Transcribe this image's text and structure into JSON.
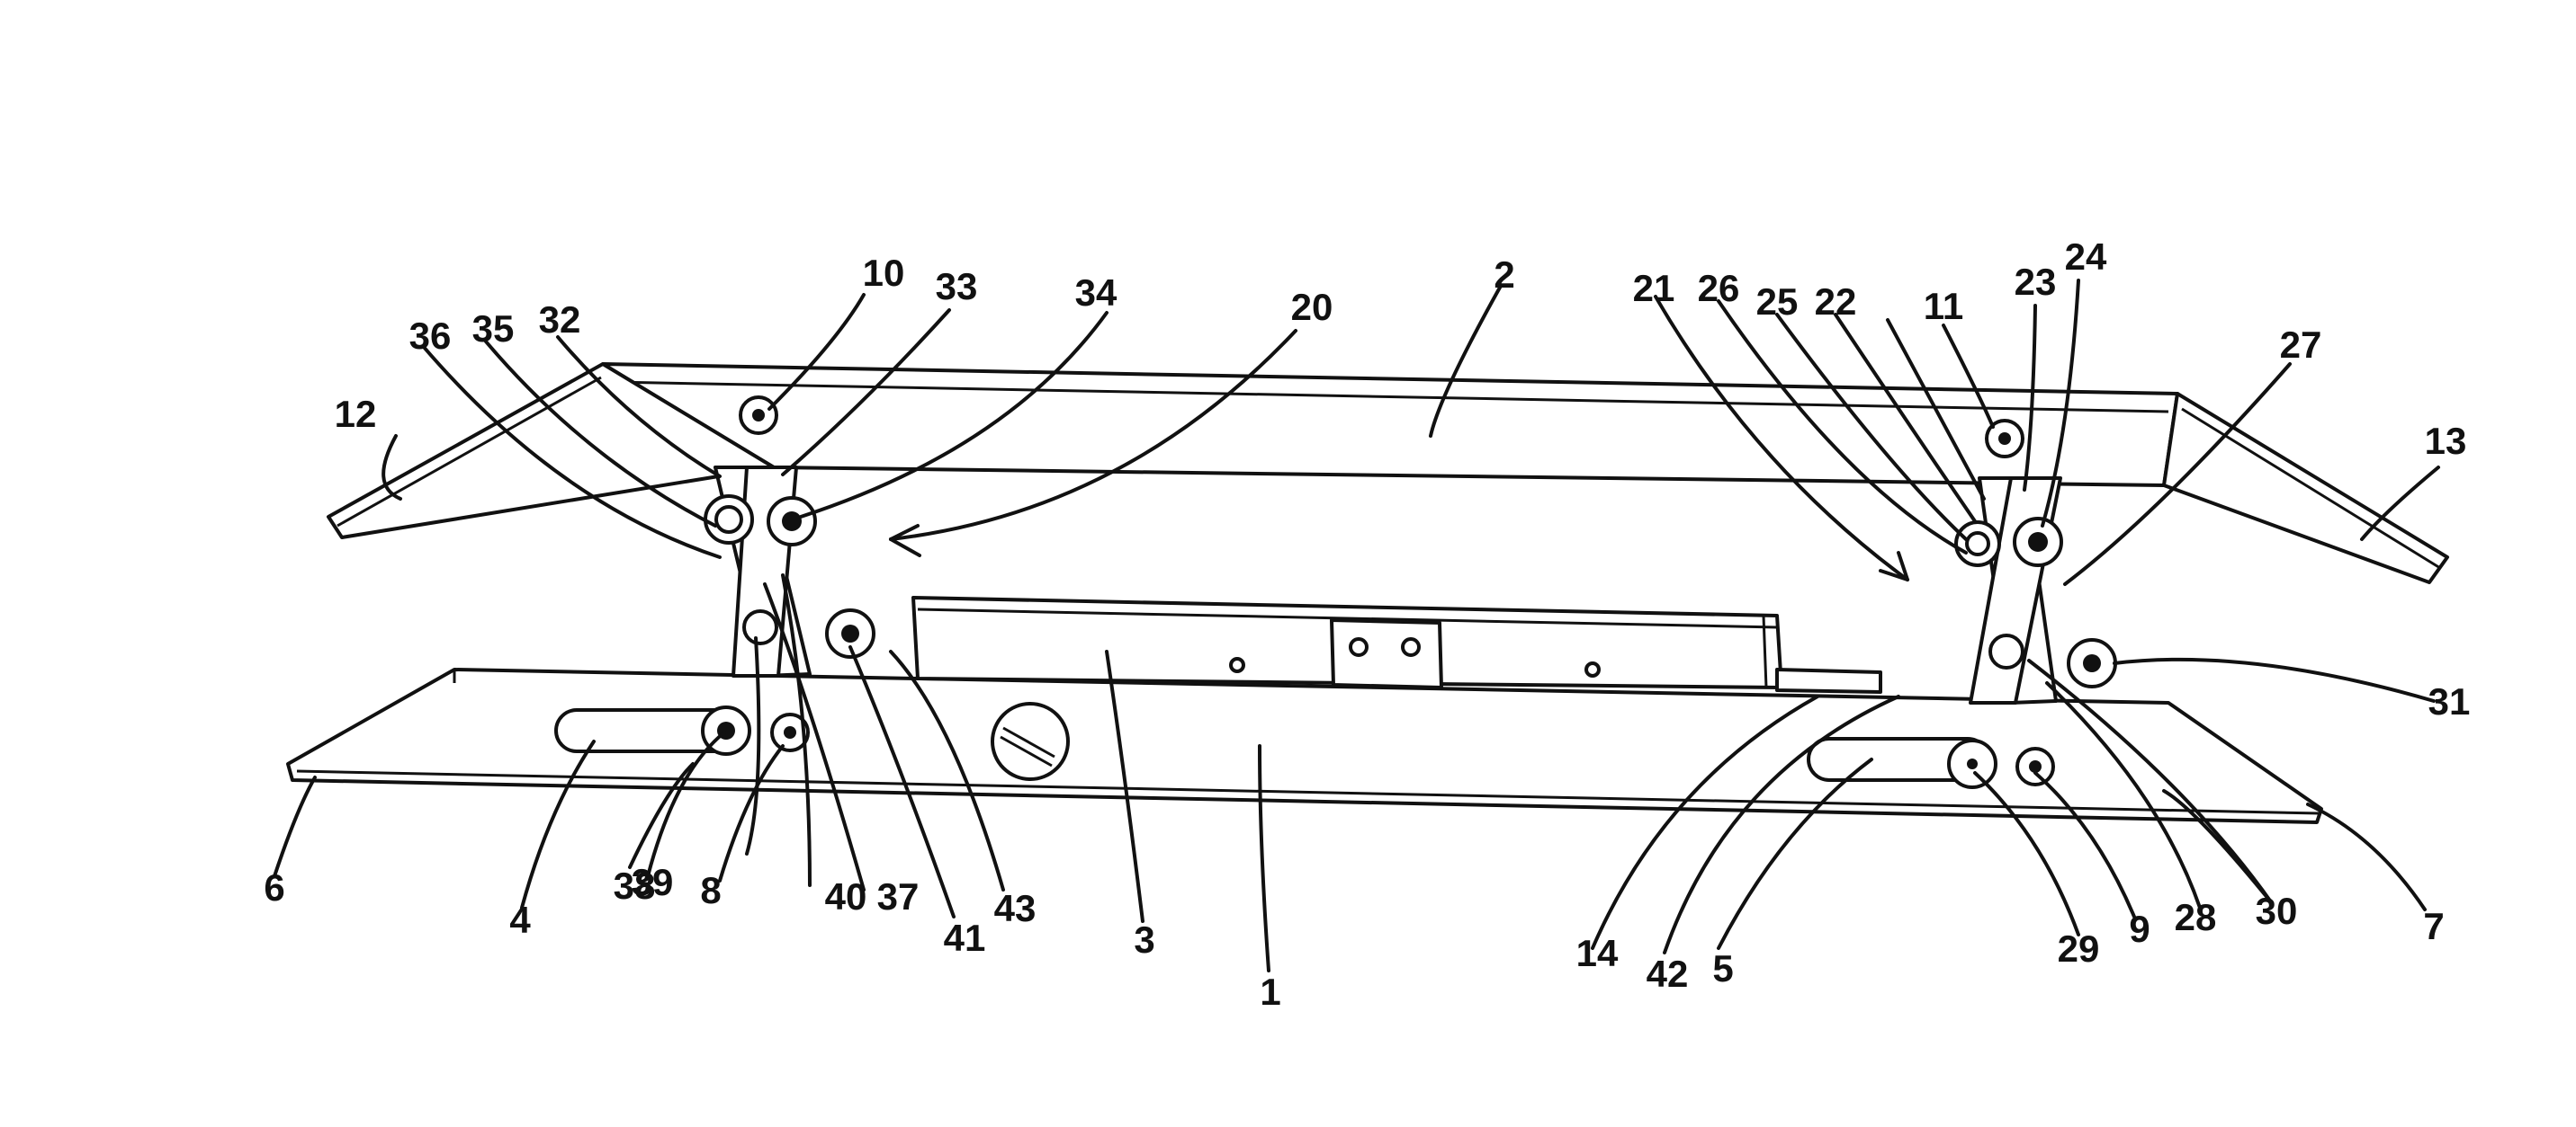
{
  "refs": {
    "r1": "1",
    "r2": "2",
    "r3": "3",
    "r4": "4",
    "r5": "5",
    "r6": "6",
    "r7": "7",
    "r8": "8",
    "r9": "9",
    "r10": "10",
    "r11": "11",
    "r12": "12",
    "r13": "13",
    "r14": "14",
    "r20": "20",
    "r21": "21",
    "r22": "22",
    "r23": "23",
    "r24": "24",
    "r25": "25",
    "r26": "26",
    "r27": "27",
    "r28": "28",
    "r29": "29",
    "r30": "30",
    "r31": "31",
    "r32": "32",
    "r33": "33",
    "r34": "34",
    "r35": "35",
    "r36": "36",
    "r37": "37",
    "r38": "38",
    "r39": "39",
    "r40": "40",
    "r41": "41",
    "r42": "42",
    "r43": "43"
  }
}
